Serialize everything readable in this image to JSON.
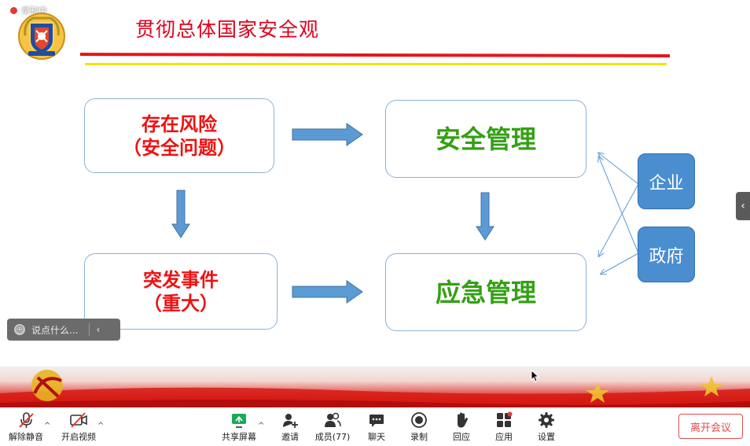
{
  "recording": {
    "label": "录制中"
  },
  "slide": {
    "title": "贯彻总体国家安全观",
    "boxes": {
      "risk_line1": "存在风险",
      "risk_line2": "（安全问题）",
      "security_mgmt": "安全管理",
      "incident_line1": "突发事件",
      "incident_line2": "（重大）",
      "emergency_mgmt": "应急管理"
    },
    "actors": {
      "enterprise": "企业",
      "government": "政府"
    }
  },
  "chat": {
    "placeholder": "说点什么..."
  },
  "toolbar": {
    "unmute": "解除静音",
    "start_video": "开启视频",
    "share_screen": "共享屏幕",
    "invite": "邀请",
    "members": "成员(77)",
    "chat": "聊天",
    "record": "录制",
    "react": "回应",
    "apps": "应用",
    "settings": "设置",
    "leave": "离开会议"
  },
  "colors": {
    "title_red": "#e0001b",
    "risk_red": "#ee1111",
    "mgmt_green": "#33a013",
    "arrow_blue": "#5b9bd5",
    "actor_blue": "#4a8ed0",
    "leave_red": "#e24a4a"
  }
}
